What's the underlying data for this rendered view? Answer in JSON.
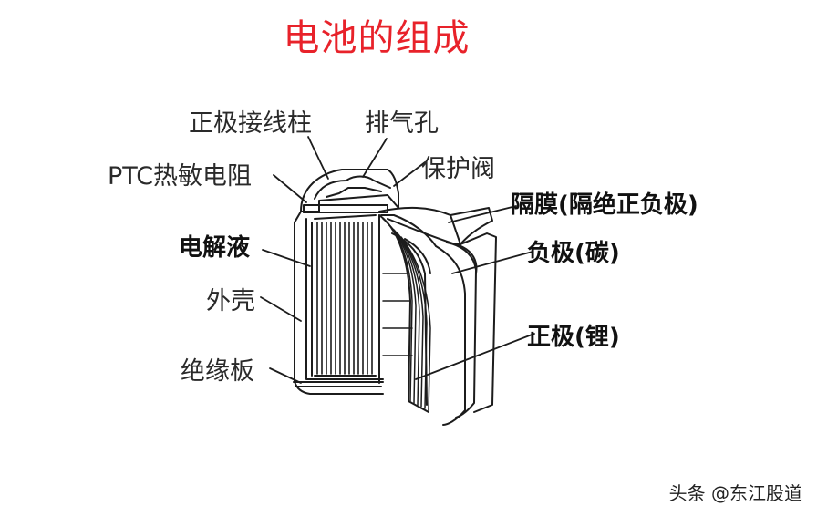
{
  "title": "电池的组成",
  "colors": {
    "title": "#e8222a",
    "line": "#1c1c1c"
  },
  "labels": {
    "positive_terminal": "正极接线柱",
    "vent": "排气孔",
    "safety_valve": "保护阀",
    "ptc": "PTC热敏电阻",
    "separator": "隔膜(隔绝正负极)",
    "electrolyte": "电解液",
    "negative": "负极(碳)",
    "casing": "外壳",
    "positive": "正极(锂)",
    "insulator": "绝缘板"
  },
  "watermark": "头条 @东江股道"
}
